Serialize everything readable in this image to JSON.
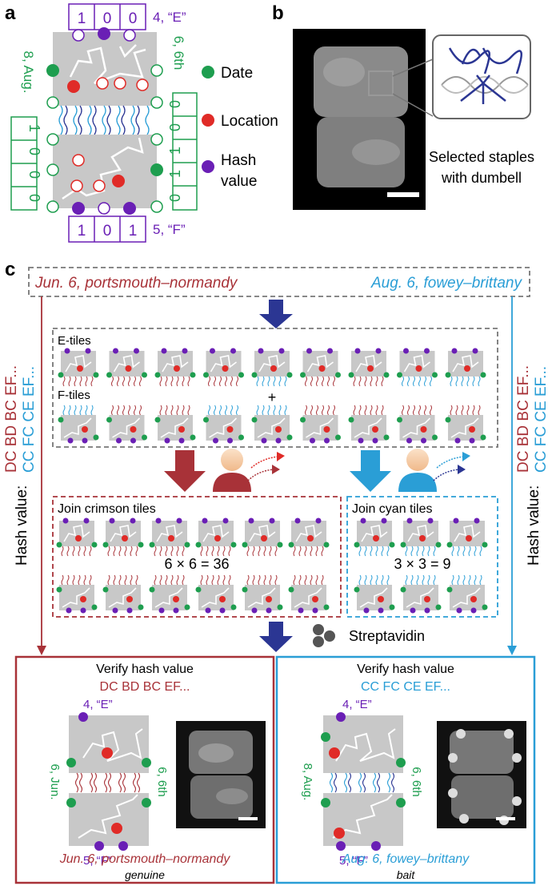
{
  "panel_labels": {
    "a": "a",
    "b": "b",
    "c": "c"
  },
  "panel_a": {
    "top_bits": [
      "1",
      "0",
      "0"
    ],
    "top_label": "4, “E”",
    "bottom_bits": [
      "1",
      "0",
      "1"
    ],
    "bottom_label": "5, “F”",
    "left_bits": [
      "1",
      "0",
      "0",
      "0"
    ],
    "right_bits": [
      "0",
      "0",
      "1",
      "1",
      "0"
    ],
    "left_rotated": "8, Aug.",
    "right_rotated": "6, 6th",
    "legend": {
      "date": "Date",
      "location": "Location",
      "hash": "Hash",
      "hash2": "value"
    }
  },
  "panel_b": {
    "caption1": "Selected staples",
    "caption2": "with dumbell"
  },
  "panel_c": {
    "left_message": "Jun. 6, portsmouth–normandy",
    "right_message": "Aug. 6, fowey–brittany",
    "e_tiles": "E-tiles",
    "f_tiles": "F-tiles",
    "plus": "+",
    "join_crimson": "Join crimson tiles",
    "join_cyan": "Join cyan tiles",
    "crimson_count": "6 × 6 = 36",
    "cyan_count": "3 × 3 = 9",
    "streptavidin": "Streptavidin",
    "hash_label": "Hash value:",
    "hash_crimson": "DC BD BC EF...",
    "hash_cyan": "CC FC CE EF...",
    "verify_title": "Verify hash value",
    "verify_left_hash": "DC BD BC EF...",
    "verify_right_hash": "CC FC CE EF...",
    "verify_e": "4, “E”",
    "verify_f": "5, “F”",
    "left_rot_l": "6, Jun.",
    "left_rot_r": "6, 6th",
    "right_rot_l": "8, Aug.",
    "right_rot_r": "6, 6th",
    "genuine_msg": "Jun. 6, portsmouth–normandy",
    "genuine": "genuine",
    "bait_msg": "Aug. 6, fowey–brittany",
    "bait": "bait"
  },
  "colors": {
    "green": "#1e9e4f",
    "red": "#e02b27",
    "purple": "#6a1fb5",
    "crimson": "#a83238",
    "cyan": "#2a9ed6",
    "navy": "#2b3693",
    "tile": "#c8c8c8"
  }
}
